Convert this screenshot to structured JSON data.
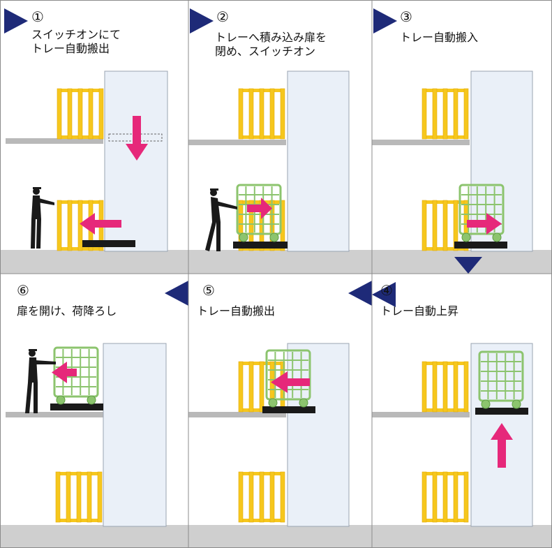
{
  "colors": {
    "triangle": "#1e2a78",
    "shaft": "#eaf0f8",
    "shaft_border": "#9aa4b2",
    "floor": "#cfcfcf",
    "ledge": "#b9b9b9",
    "yellow": "#f6c71d",
    "yellow_dark": "#e2a90b",
    "cage": "#8cc46e",
    "cage_dark": "#5f9e45",
    "arrow": "#e6287a",
    "platform": "#1a1a1a",
    "person": "#1a1a1a"
  },
  "steps": [
    {
      "id": "s1",
      "num": "①",
      "text": "スイッチオンにて\nトレー自動搬出"
    },
    {
      "id": "s2",
      "num": "②",
      "text": "トレーへ積み込み扉を\n閉め、スイッチオン"
    },
    {
      "id": "s3",
      "num": "③",
      "text": "トレー自動搬入"
    },
    {
      "id": "s6",
      "num": "⑥",
      "text": "扉を開け、荷降ろし"
    },
    {
      "id": "s5",
      "num": "⑤",
      "text": "トレー自動搬出"
    },
    {
      "id": "s4",
      "num": "④",
      "text": "トレー自動上昇"
    }
  ],
  "icons": {
    "flow_marker": "triangle-marker-icon",
    "direction": "arrow-icon",
    "worker": "person-icon",
    "cart": "cage-cart-icon",
    "rack": "yellow-rack-icon"
  }
}
